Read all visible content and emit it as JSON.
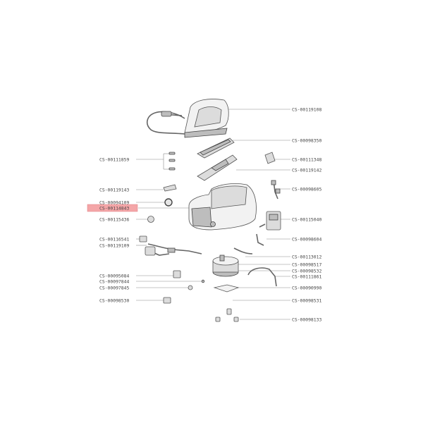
{
  "highlight_color": "#f4a6a8",
  "part_labels": [
    "CS-00119108",
    "CS-00098350",
    "CS-00111859",
    "CS-00111348",
    "CS-00119142",
    "CS-00119143",
    "CS-00098605",
    "CS-00094109",
    "CS-00114843",
    "CS-00115436",
    "CS-00115040",
    "CS-00116541",
    "CS-00098604",
    "CS-00119109",
    "CS-00113012",
    "CS-00098517",
    "CS-00098532",
    "CS-00095084",
    "CS-00111861",
    "CS-00097844",
    "CS-00090990",
    "CS-00097845",
    "CS-00098530",
    "CS-00098531",
    "CS-00098133"
  ]
}
